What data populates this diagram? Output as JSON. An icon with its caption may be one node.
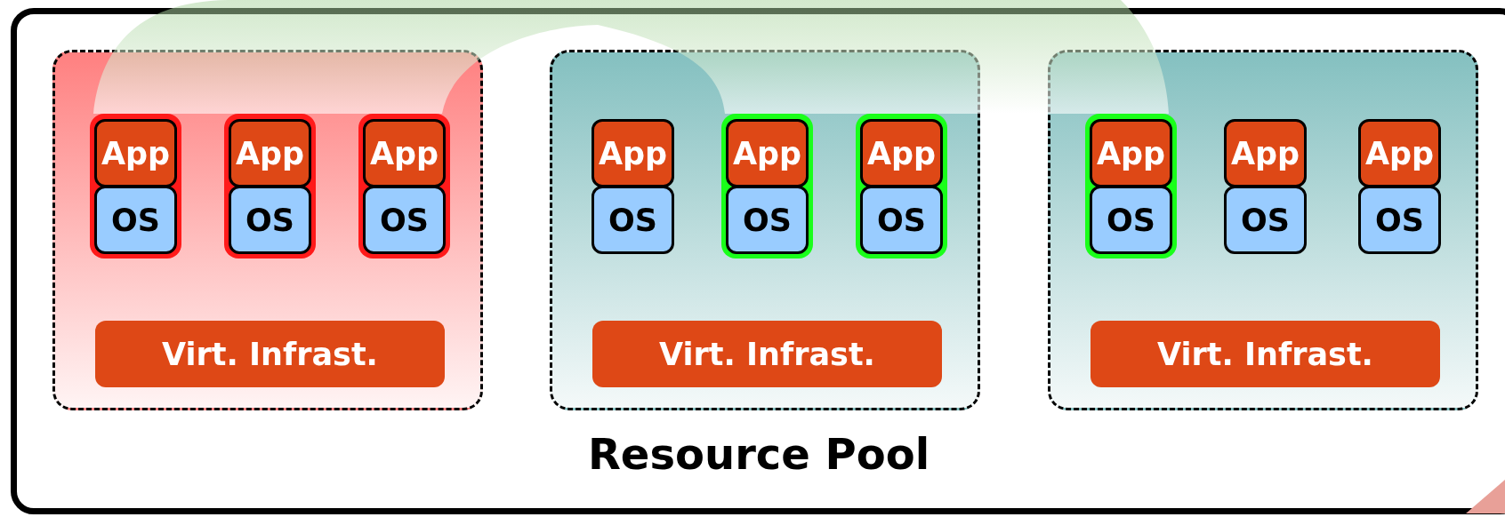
{
  "diagram": {
    "nodes": [
      {
        "text": [
          "Resource Pool"
        ]
      },
      {
        "text": [],
        "shape": "box",
        "in": 0
      },
      {
        "text": [],
        "shape": "box",
        "in": 1
      },
      {
        "text": [
          "App"
        ],
        "in": 2
      },
      {
        "text": [
          "OS"
        ],
        "in": 2
      },
      {
        "text": [],
        "shape": "box",
        "in": 1
      },
      {
        "text": [
          "App"
        ],
        "in": 5
      },
      {
        "text": [
          "OS"
        ],
        "in": 5
      },
      {
        "text": [],
        "shape": "box",
        "in": 1
      },
      {
        "text": [
          "App"
        ],
        "in": 8
      },
      {
        "text": [
          "OS"
        ],
        "in": 8
      },
      {
        "text": [
          "Virt. Infrast."
        ],
        "in": 1
      },
      {
        "text": [],
        "shape": "box",
        "in": 0
      },
      {
        "text": [],
        "shape": "box",
        "in": 12
      },
      {
        "text": [
          "App"
        ],
        "in": 13
      },
      {
        "text": [
          "OS"
        ],
        "in": 13
      },
      {
        "text": [],
        "shape": "box",
        "in": 12
      },
      {
        "text": [
          "App"
        ],
        "in": 16
      },
      {
        "text": [
          "OS"
        ],
        "in": 16
      },
      {
        "text": [],
        "shape": "box",
        "in": 12
      },
      {
        "text": [
          "App"
        ],
        "in": 19
      },
      {
        "text": [
          "OS"
        ],
        "in": 19
      },
      {
        "text": [
          "Virt. Infrast."
        ],
        "in": 12
      },
      {
        "text": [],
        "shape": "box",
        "in": 0
      },
      {
        "text": [],
        "shape": "box",
        "in": 23
      },
      {
        "text": [
          "App"
        ],
        "in": 24
      },
      {
        "text": [
          "OS"
        ],
        "in": 24
      },
      {
        "text": [],
        "shape": "box",
        "in": 23
      },
      {
        "text": [
          "App"
        ],
        "in": 27
      },
      {
        "text": [
          "OS"
        ],
        "in": 27
      },
      {
        "text": [],
        "shape": "box",
        "in": 23
      },
      {
        "text": [
          "App"
        ],
        "in": 30
      },
      {
        "text": [
          "OS"
        ],
        "in": 30
      },
      {
        "text": [
          "Virt. Infrast."
        ],
        "in": 23
      }
    ]
  }
}
